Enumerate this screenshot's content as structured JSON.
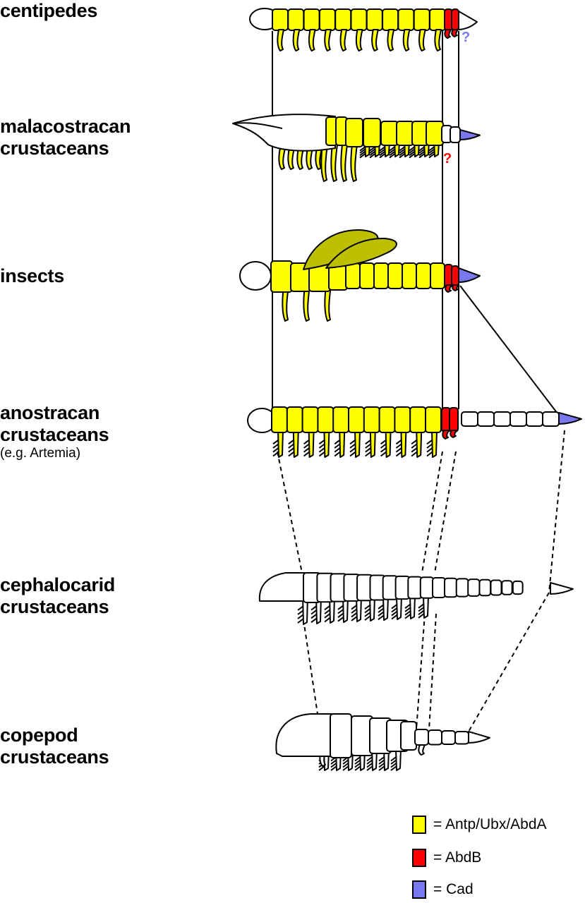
{
  "rows": [
    {
      "id": "centipedes",
      "lines": [
        "centipedes"
      ]
    },
    {
      "id": "malacostracan",
      "lines": [
        "malacostracan",
        "crustaceans"
      ]
    },
    {
      "id": "insects",
      "lines": [
        "insects"
      ]
    },
    {
      "id": "anostracan",
      "lines": [
        "anostracan",
        "crustaceans"
      ],
      "note": "(e.g. Artemia)"
    },
    {
      "id": "cephalocarid",
      "lines": [
        "cephalocarid",
        "crustaceans"
      ]
    },
    {
      "id": "copepod",
      "lines": [
        "copepod",
        "crustaceans"
      ]
    }
  ],
  "question_marks": {
    "centipede_cad": "?",
    "malacostracan_abdb": "?"
  },
  "legend": [
    {
      "label": "= Antp/Ubx/AbdA",
      "color": "#ffff00"
    },
    {
      "label": "= AbdB",
      "color": "#ff0000"
    },
    {
      "label": "= Cad",
      "color": "#7a78ee"
    }
  ],
  "colors": {
    "wing": "#bcc000",
    "outline": "#000000",
    "unlabeled_segment": "#ffffff",
    "cad_question": "#7a78ee",
    "abdb_question": "#ff0000"
  }
}
